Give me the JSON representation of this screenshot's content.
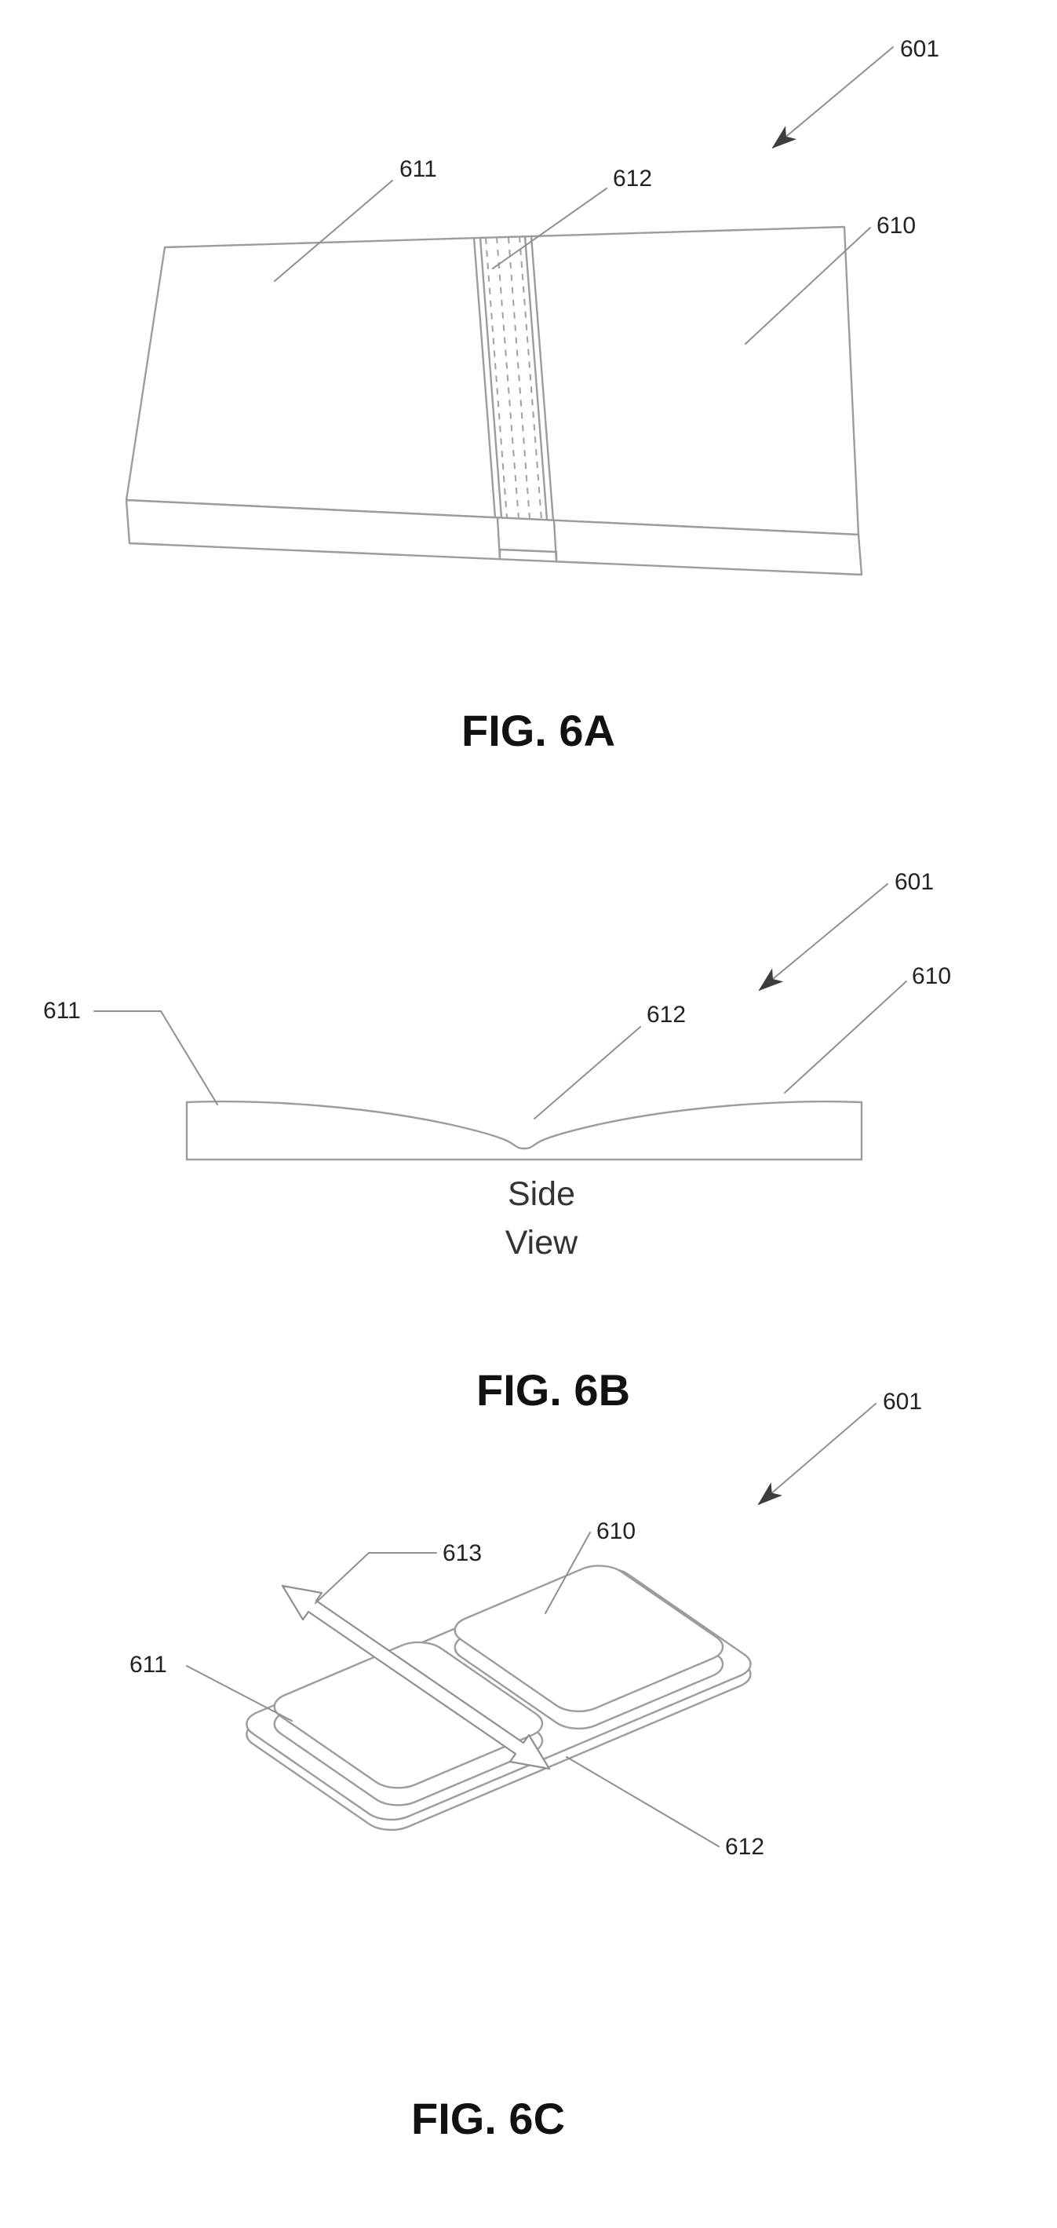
{
  "document": {
    "type": "patent-figure-sheet",
    "background_color": "#ffffff",
    "line_color": "#9c9c9c",
    "leader_color": "#8f8f8f",
    "text_color": "#222222"
  },
  "figures": {
    "fig6a": {
      "caption": "FIG. 6A",
      "labels": {
        "assembly": "601",
        "left_section": "611",
        "hinge": "612",
        "right_section": "610"
      }
    },
    "fig6b": {
      "caption": "FIG. 6B",
      "view_label_line1": "Side",
      "view_label_line2": "View",
      "labels": {
        "assembly": "601",
        "left_section": "611",
        "hinge": "612",
        "right_section": "610"
      }
    },
    "fig6c": {
      "caption": "FIG. 6C",
      "labels": {
        "assembly": "601",
        "slide_arrow": "613",
        "right_section": "610",
        "left_section": "611",
        "hinge": "612"
      }
    }
  }
}
